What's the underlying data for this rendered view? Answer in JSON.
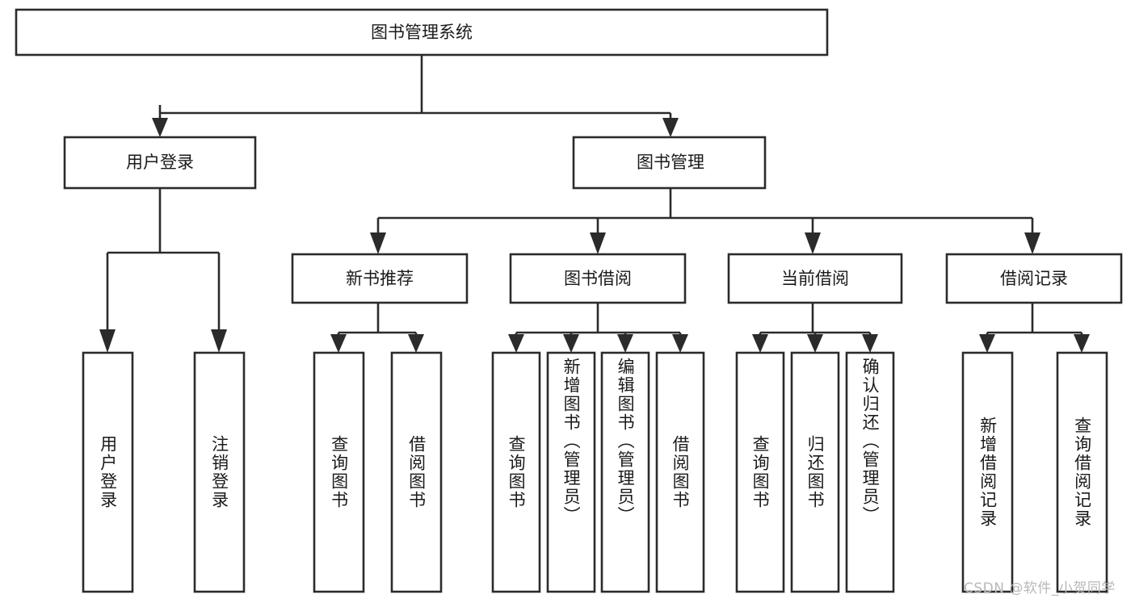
{
  "diagram": {
    "type": "tree-hierarchy",
    "title": "图书管理系统",
    "background_color": "#ffffff",
    "line_color": "#2b2b2b",
    "text_color": "#1a1a1a",
    "watermark": "CSDN @软件_小贺同学"
  },
  "nodes": {
    "root": {
      "label": "图书管理系统"
    },
    "level2": [
      {
        "id": "user-login",
        "label": "用户登录"
      },
      {
        "id": "book-manage",
        "label": "图书管理"
      }
    ],
    "level3": [
      {
        "id": "new-book-recommend",
        "label": "新书推荐"
      },
      {
        "id": "book-borrow",
        "label": "图书借阅"
      },
      {
        "id": "current-borrow",
        "label": "当前借阅"
      },
      {
        "id": "borrow-record",
        "label": "借阅记录"
      }
    ],
    "leaves": {
      "user_login": [
        {
          "id": "leaf-user-login",
          "label": "用户登录"
        },
        {
          "id": "leaf-user-logout",
          "label": "注销登录"
        }
      ],
      "new_book_recommend": [
        {
          "id": "leaf-query-book-1",
          "label": "查询图书"
        },
        {
          "id": "leaf-borrow-book-1",
          "label": "借阅图书"
        }
      ],
      "book_borrow": [
        {
          "id": "leaf-query-book-2",
          "label": "查询图书"
        },
        {
          "id": "leaf-add-book",
          "label": "新增图书（管理员）"
        },
        {
          "id": "leaf-edit-book",
          "label": "编辑图书（管理员）"
        },
        {
          "id": "leaf-borrow-book-2",
          "label": "借阅图书"
        }
      ],
      "current_borrow": [
        {
          "id": "leaf-query-book-3",
          "label": "查询图书"
        },
        {
          "id": "leaf-return-book",
          "label": "归还图书"
        },
        {
          "id": "leaf-confirm-return",
          "label": "确认归还（管理员）"
        }
      ],
      "borrow_record": [
        {
          "id": "leaf-add-record",
          "label": "新增借阅记录"
        },
        {
          "id": "leaf-query-record",
          "label": "查询借阅记录"
        }
      ]
    }
  }
}
